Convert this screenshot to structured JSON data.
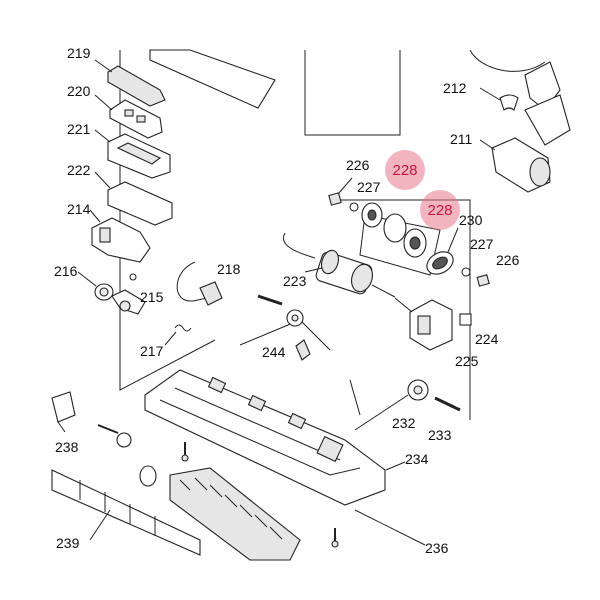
{
  "labels": {
    "l219": "219",
    "l220": "220",
    "l221": "221",
    "l222": "222",
    "l214": "214",
    "l216": "216",
    "l215": "215",
    "l217": "217",
    "l218": "218",
    "l223": "223",
    "l244": "244",
    "l226a": "226",
    "l227a": "227",
    "l230": "230",
    "l227b": "227",
    "l226b": "226",
    "l224": "224",
    "l225": "225",
    "l212": "212",
    "l211": "211",
    "l232": "232",
    "l233": "233",
    "l234": "234",
    "l236": "236",
    "l238": "238",
    "l239": "239"
  },
  "highlights": {
    "h1": "228",
    "h2": "228"
  },
  "colors": {
    "highlight_fill": "#e8788c",
    "highlight_text": "#c4143e",
    "line": "#222222"
  }
}
